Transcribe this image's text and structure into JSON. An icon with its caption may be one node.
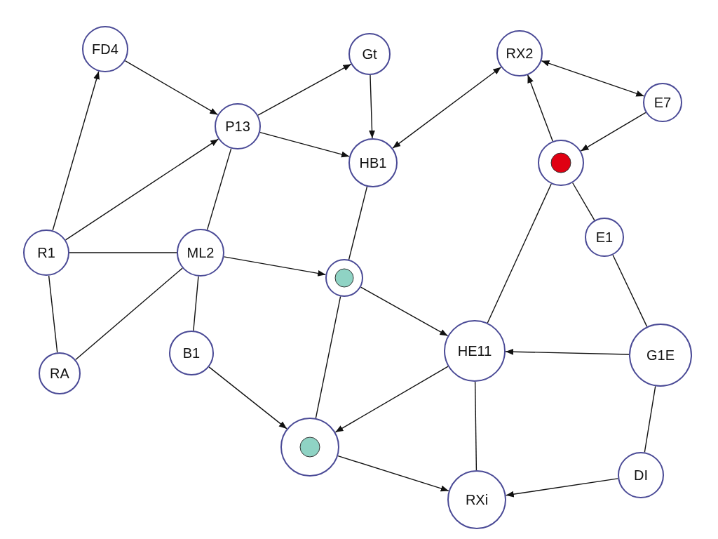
{
  "diagram": {
    "nodes": [
      {
        "text": [
          "FD4"
        ]
      },
      {
        "text": [
          "Gt"
        ]
      },
      {
        "text": [
          "RX2"
        ]
      },
      {
        "text": [
          "P13"
        ]
      },
      {
        "text": [
          "E7"
        ]
      },
      {
        "text": [
          "HB1"
        ]
      },
      {
        "text": [],
        "shape": "circle"
      },
      {
        "text": [
          "R1"
        ]
      },
      {
        "text": [
          "ML2"
        ]
      },
      {
        "text": [
          "E1"
        ]
      },
      {
        "text": [],
        "shape": "circle"
      },
      {
        "text": [
          "B1"
        ]
      },
      {
        "text": [
          "RA"
        ]
      },
      {
        "text": [
          "HE11"
        ]
      },
      {
        "text": [
          "G1E"
        ]
      },
      {
        "text": [],
        "shape": "circle"
      },
      {
        "text": [
          "DI"
        ]
      },
      {
        "text": [
          "RXi"
        ]
      }
    ],
    "edges": [
      {
        "from": 7,
        "to": 0,
        "arrow": "to"
      },
      {
        "from": 0,
        "to": 3,
        "arrow": "to"
      },
      {
        "from": 7,
        "to": 3,
        "arrow": "to"
      },
      {
        "from": 3,
        "to": 1,
        "arrow": "to"
      },
      {
        "from": 3,
        "to": 5,
        "arrow": "to"
      },
      {
        "from": 1,
        "to": 5,
        "arrow": "to"
      },
      {
        "from": 5,
        "to": 2,
        "arrow": "both"
      },
      {
        "from": 2,
        "to": 4,
        "arrow": "both"
      },
      {
        "from": 6,
        "to": 2,
        "arrow": "to"
      },
      {
        "from": 4,
        "to": 6,
        "arrow": "to"
      },
      {
        "from": 6,
        "to": 9,
        "arrow": "none"
      },
      {
        "from": 6,
        "to": 13,
        "arrow": "none"
      },
      {
        "from": 9,
        "to": 14,
        "arrow": "none"
      },
      {
        "from": 7,
        "to": 8,
        "arrow": "none"
      },
      {
        "from": 7,
        "to": 12,
        "arrow": "none"
      },
      {
        "from": 8,
        "to": 12,
        "arrow": "none"
      },
      {
        "from": 3,
        "to": 8,
        "arrow": "none"
      },
      {
        "from": 8,
        "to": 10,
        "arrow": "to"
      },
      {
        "from": 8,
        "to": 11,
        "arrow": "none"
      },
      {
        "from": 5,
        "to": 10,
        "arrow": "none"
      },
      {
        "from": 10,
        "to": 13,
        "arrow": "to"
      },
      {
        "from": 10,
        "to": 15,
        "arrow": "none"
      },
      {
        "from": 11,
        "to": 15,
        "arrow": "to"
      },
      {
        "from": 13,
        "to": 15,
        "arrow": "to"
      },
      {
        "from": 14,
        "to": 13,
        "arrow": "to"
      },
      {
        "from": 15,
        "to": 17,
        "arrow": "to"
      },
      {
        "from": 13,
        "to": 17,
        "arrow": "none"
      },
      {
        "from": 16,
        "to": 17,
        "arrow": "to"
      },
      {
        "from": 14,
        "to": 16,
        "arrow": "none"
      }
    ]
  }
}
